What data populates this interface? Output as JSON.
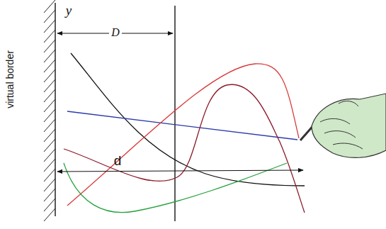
{
  "diagram": {
    "labels": [
      "virtual border",
      "y",
      "D",
      "d"
    ]
  }
}
